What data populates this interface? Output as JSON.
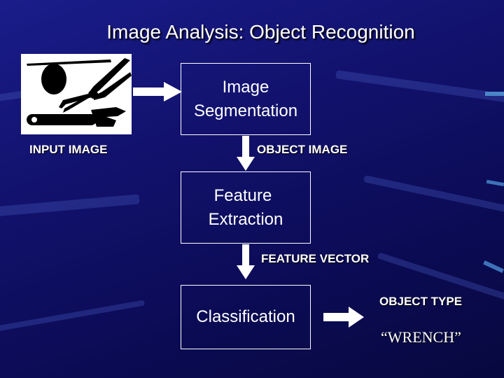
{
  "slide": {
    "title": "Image Analysis:  Object Recognition"
  },
  "input": {
    "label": "INPUT IMAGE",
    "picture": [
      "disc",
      "pliers",
      "wrench"
    ]
  },
  "steps": [
    {
      "lines": [
        "Image",
        "Segmentation"
      ],
      "output_label": "OBJECT IMAGE"
    },
    {
      "lines": [
        "Feature",
        "Extraction"
      ],
      "output_label": "FEATURE VECTOR"
    },
    {
      "lines": [
        "Classification"
      ],
      "output_label": "OBJECT TYPE"
    }
  ],
  "result": {
    "value": "“WRENCH”"
  },
  "colors": {
    "background": "#12126e",
    "text": "#ffffff",
    "arrow": "#ffffff"
  }
}
